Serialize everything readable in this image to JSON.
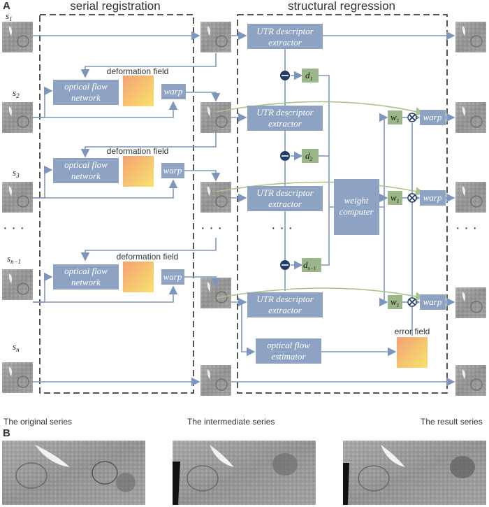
{
  "panel_labels": {
    "a": "A",
    "b": "B"
  },
  "titles": {
    "serial": "serial registration",
    "structural": "structural regression"
  },
  "series_labels": {
    "s1": "s",
    "s1_sub": "1",
    "s2": "s",
    "s2_sub": "2",
    "s3": "s",
    "s3_sub": "3",
    "sn1": "s",
    "sn1_sub": "n−1",
    "sn": "s",
    "sn_sub": "n"
  },
  "boxes": {
    "optical_flow_line1": "optical flow",
    "optical_flow_line2": "network",
    "warp": "warp",
    "utr_line1": "UTR descriptor",
    "utr_line2": "extractor",
    "weight_line1": "weight",
    "weight_line2": "computer",
    "estimator_line1": "optical flow",
    "estimator_line2": "estimator"
  },
  "diff_labels": {
    "d1": "d",
    "d1_sub": "1",
    "d2": "d",
    "d2_sub": "2",
    "dn": "d",
    "dn_sub": "n−1"
  },
  "weight_label": "w",
  "weight_sub": "1",
  "field_labels": {
    "deformation": "deformation field",
    "error": "error field"
  },
  "ellipsis": "· · ·",
  "captions": {
    "original": "The original series",
    "intermediate": "The intermediate series",
    "result": "The result series"
  },
  "colors": {
    "box": "#8ea3c4",
    "small_box": "#9bb78a",
    "arrow": "#7d96bd",
    "curve": "#a9c48f",
    "node": "#1f3b66"
  }
}
